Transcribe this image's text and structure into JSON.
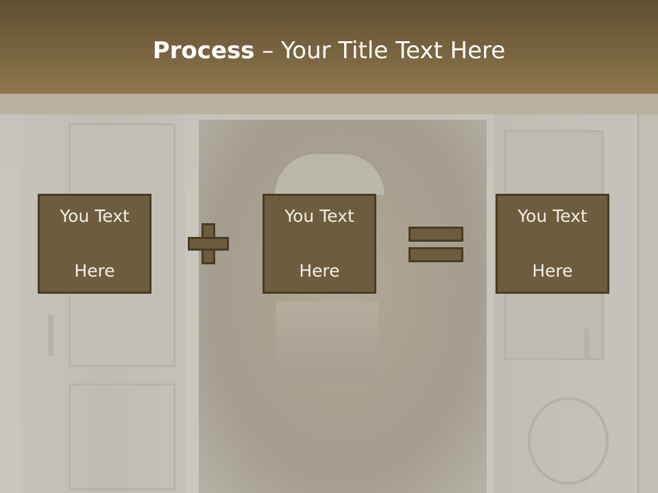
{
  "slide": {
    "title_bold": "Process",
    "title_rest": " – Your Title Text Here",
    "boxes": [
      {
        "line1": "You Text",
        "line2": "Here"
      },
      {
        "line1": "You Text",
        "line2": "Here"
      },
      {
        "line1": "You Text",
        "line2": "Here"
      }
    ],
    "operators": [
      "plus-icon",
      "equals-icon"
    ]
  },
  "colors": {
    "header": "#7b6641",
    "box_fill": "#6d5d3e",
    "box_border": "#473b25",
    "text": "#ffffff"
  }
}
